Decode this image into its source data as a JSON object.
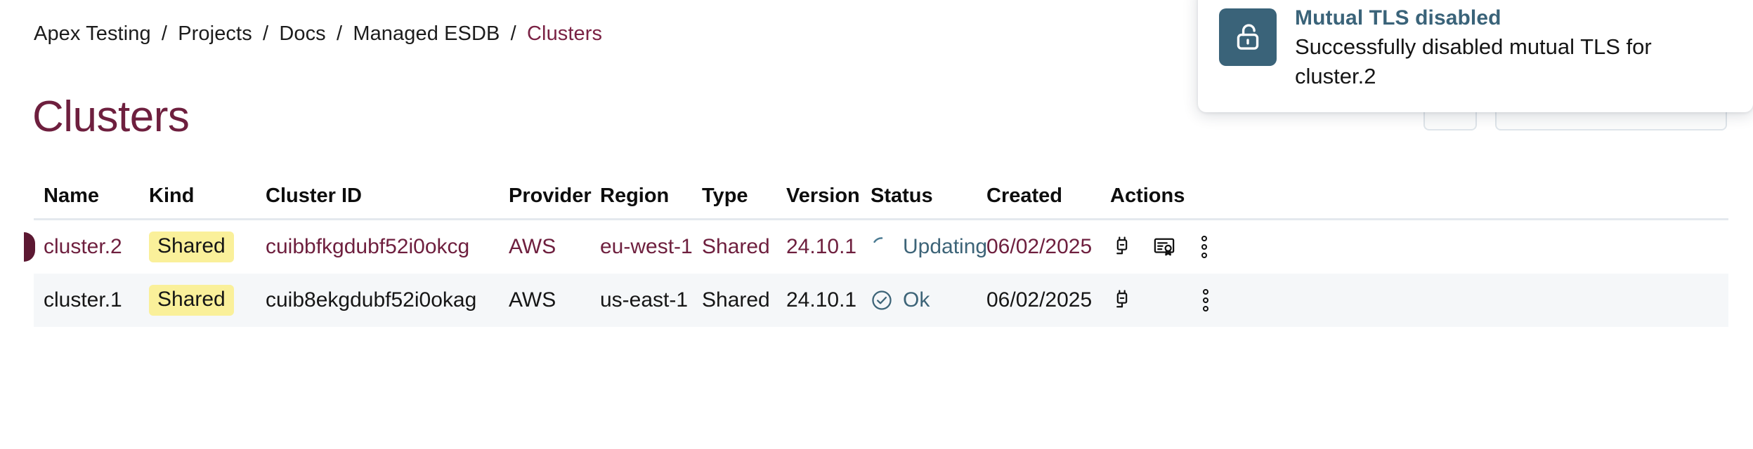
{
  "breadcrumb": {
    "separator": "/",
    "items": [
      {
        "label": "Apex Testing",
        "current": false
      },
      {
        "label": "Projects",
        "current": false
      },
      {
        "label": "Docs",
        "current": false
      },
      {
        "label": "Managed ESDB",
        "current": false
      },
      {
        "label": "Clusters",
        "current": true
      }
    ]
  },
  "page": {
    "title": "Clusters"
  },
  "header_actions": {
    "refresh_label": "",
    "primary_label": ""
  },
  "table": {
    "columns": [
      "Name",
      "Kind",
      "Cluster ID",
      "Provider",
      "Region",
      "Type",
      "Version",
      "Status",
      "Created",
      "Actions"
    ],
    "rows": [
      {
        "name": "cluster.2",
        "kind": "Shared",
        "cluster_id": "cuibbfkgdubf52i0okcg",
        "provider": "AWS",
        "region": "eu-west-1",
        "type": "Shared",
        "version": "24.10.1",
        "status": "Updating",
        "status_icon": "spinner-icon",
        "created": "06/02/2025",
        "selected": true,
        "actions": [
          "plug-icon",
          "certificate-icon",
          "kebab-menu-icon"
        ]
      },
      {
        "name": "cluster.1",
        "kind": "Shared",
        "cluster_id": "cuib8ekgdubf52i0okag",
        "provider": "AWS",
        "region": "us-east-1",
        "type": "Shared",
        "version": "24.10.1",
        "status": "Ok",
        "status_icon": "check-circle-icon",
        "created": "06/02/2025",
        "selected": false,
        "actions": [
          "plug-icon",
          "kebab-menu-icon"
        ]
      }
    ]
  },
  "toast": {
    "icon": "unlock-icon",
    "title": "Mutual TLS disabled",
    "message": "Successfully disabled mutual TLS for cluster.2"
  },
  "colors": {
    "accent_maroon": "#6e1f3e",
    "marker_maroon": "#5c1832",
    "status_slate": "#3d6478",
    "toast_icon_bg": "#3a6379",
    "badge_yellow": "#faf09a",
    "row_alt_bg": "#f5f7f9",
    "header_border": "#e4e9ee"
  }
}
